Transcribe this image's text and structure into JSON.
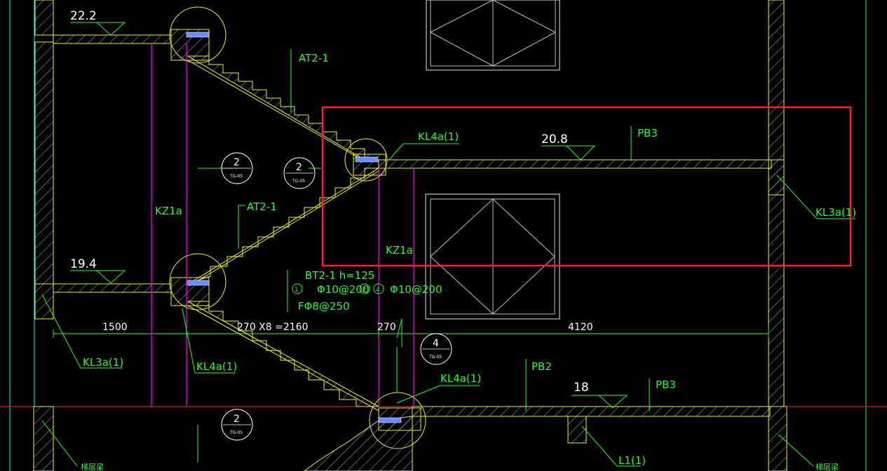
{
  "colors": {
    "background": "#000000",
    "structure": "#f0f020",
    "column_line": "#ff00ff",
    "grid_line": "#00ffff",
    "leader": "#22ff22",
    "dimension": "#22ff22",
    "axis_red": "#ff2020",
    "window": "#c0c0c0",
    "highlight": "#ff2020",
    "rebar": "#6a8cff"
  },
  "levels": [
    {
      "value": "22.2"
    },
    {
      "value": "20.8"
    },
    {
      "value": "19.4"
    },
    {
      "value": "18"
    }
  ],
  "labels": {
    "at2_upper": "AT2-1",
    "at2_lower": "AT2-1",
    "kz1a_left": "KZ1a",
    "kz1a_right": "KZ1a",
    "kl4a_top": "KL4a(1)",
    "kl4a_left": "KL4a(1)",
    "kl4a_bottom": "KL4a(1)",
    "kl3a_right": "KL3a(1)",
    "kl3a_left": "KL3a(1)",
    "pb3_top": "PB3",
    "pb3_bottom": "PB3",
    "pb2": "PB2",
    "l1": "L1(1)",
    "ladder_beam_left": "梯层梁",
    "ladder_beam_right": "梯层梁"
  },
  "slab_note": {
    "line1": "BT2-1  h=125",
    "marker1": "1",
    "rebar1": "Φ10@200",
    "marker2": "2",
    "marker4": "4",
    "rebar2": "Φ10@200",
    "line3": "FΦ8@250"
  },
  "dimensions": {
    "left": "1500",
    "stairs": "270 X8 =2160",
    "mid": "270",
    "right": "4120"
  },
  "detail_refs": [
    {
      "number": "2",
      "sheet": "TG-05"
    },
    {
      "number": "2",
      "sheet": "TG-05"
    },
    {
      "number": "4",
      "sheet": "TG-05"
    },
    {
      "number": "2",
      "sheet": "TG-05"
    }
  ]
}
